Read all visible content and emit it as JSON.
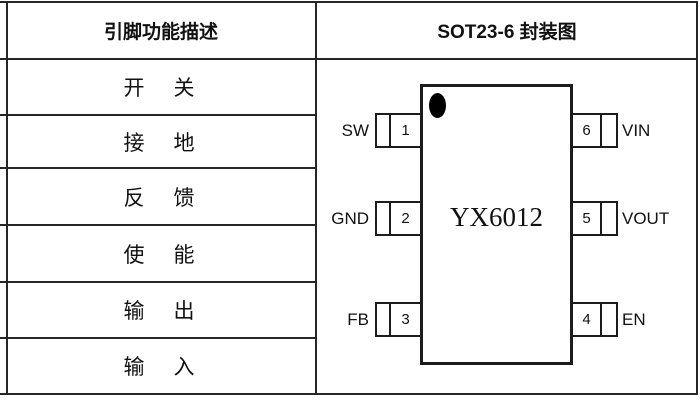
{
  "table": {
    "header": "引脚功能描述",
    "rows": [
      {
        "label": "开　关"
      },
      {
        "label": "接　地"
      },
      {
        "label": "反　馈"
      },
      {
        "label": "使　能"
      },
      {
        "label": "输　出"
      },
      {
        "label": "输　入"
      }
    ]
  },
  "package": {
    "title": "SOT23-6 封装图",
    "chip_label": "YX6012",
    "pins_left": [
      {
        "number": "1",
        "name": "SW"
      },
      {
        "number": "2",
        "name": "GND"
      },
      {
        "number": "3",
        "name": "FB"
      }
    ],
    "pins_right": [
      {
        "number": "6",
        "name": "VIN"
      },
      {
        "number": "5",
        "name": "VOUT"
      },
      {
        "number": "4",
        "name": "EN"
      }
    ]
  },
  "colors": {
    "line": "#262626",
    "chip_outline": "#1c1c1c",
    "text": "#111111",
    "background": "#ffffff"
  }
}
